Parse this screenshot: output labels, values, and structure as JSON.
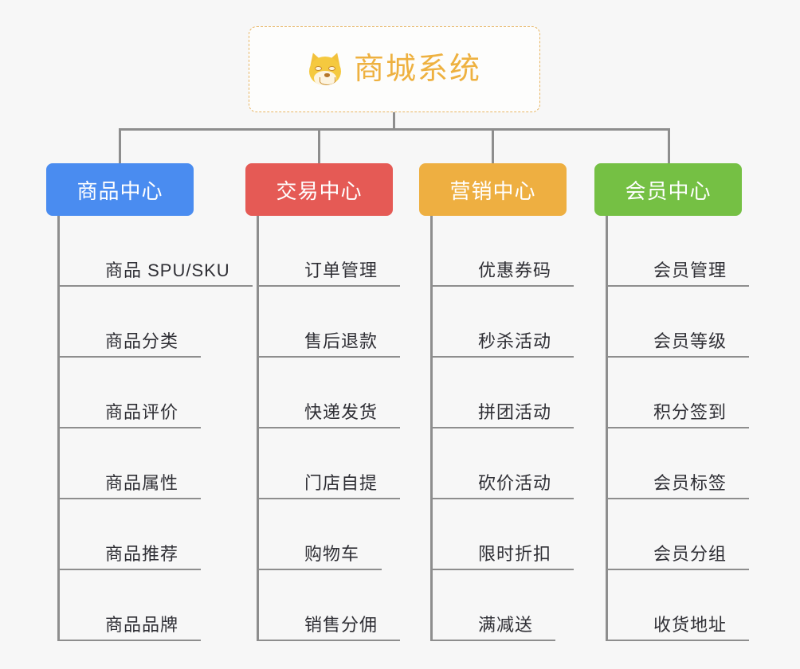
{
  "root": {
    "title": "商城系统",
    "icon": "shiba-dog-face-icon",
    "border_color": "#e8b563",
    "text_color": "#eeb140",
    "background": "#fdfdfc"
  },
  "canvas": {
    "background": "#f7f7f7",
    "connector_color": "#8e8e8e"
  },
  "categories": [
    {
      "label": "商品中心",
      "color": "#4a8cf0",
      "items": [
        {
          "label": "商品 SPU/SKU"
        },
        {
          "label": "商品分类"
        },
        {
          "label": "商品评价"
        },
        {
          "label": "商品属性"
        },
        {
          "label": "商品推荐"
        },
        {
          "label": "商品品牌"
        }
      ]
    },
    {
      "label": "交易中心",
      "color": "#e55a55",
      "items": [
        {
          "label": "订单管理"
        },
        {
          "label": "售后退款"
        },
        {
          "label": "快递发货"
        },
        {
          "label": "门店自提"
        },
        {
          "label": "购物车"
        },
        {
          "label": "销售分佣"
        }
      ]
    },
    {
      "label": "营销中心",
      "color": "#eeaf41",
      "items": [
        {
          "label": "优惠券码"
        },
        {
          "label": "秒杀活动"
        },
        {
          "label": "拼团活动"
        },
        {
          "label": "砍价活动"
        },
        {
          "label": "限时折扣"
        },
        {
          "label": "满减送"
        }
      ]
    },
    {
      "label": "会员中心",
      "color": "#75c044",
      "items": [
        {
          "label": "会员管理"
        },
        {
          "label": "会员等级"
        },
        {
          "label": "积分签到"
        },
        {
          "label": "会员标签"
        },
        {
          "label": "会员分组"
        },
        {
          "label": "收货地址"
        }
      ]
    }
  ]
}
